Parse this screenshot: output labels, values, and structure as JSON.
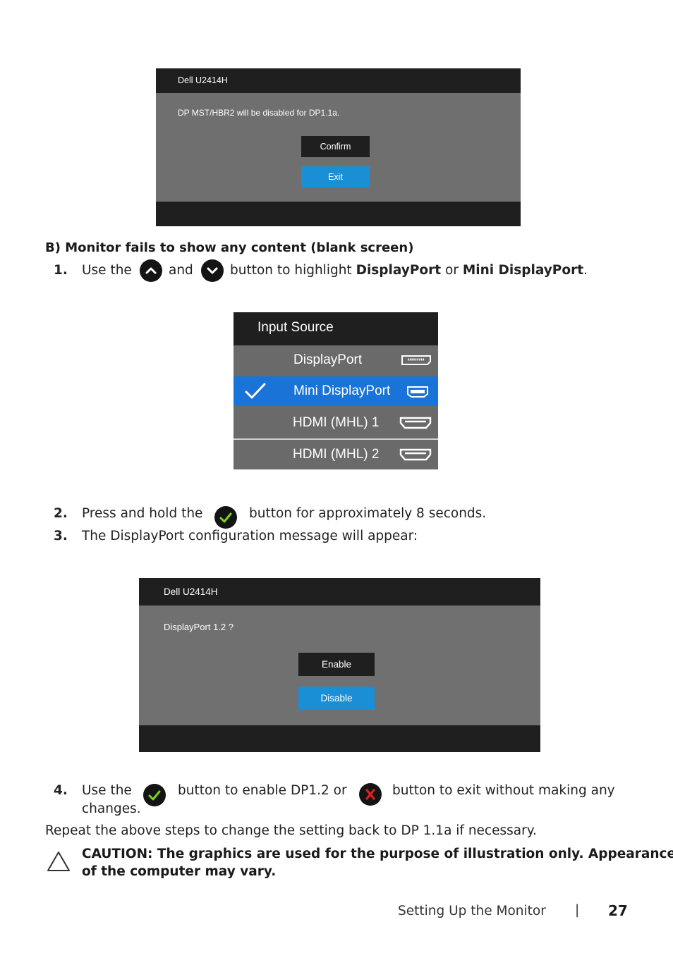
{
  "osd_confirm": {
    "title": "Dell U2414H",
    "message": "DP MST/HBR2 will be disabled for DP1.1a.",
    "confirm_label": "Confirm",
    "exit_label": "Exit"
  },
  "section_b": {
    "heading": "B) Monitor fails to show any content (blank screen)"
  },
  "step1": {
    "number": "1.",
    "text_a": "Use the",
    "text_b": "and",
    "text_c": "button to highlight",
    "bold_1": "DisplayPort",
    "text_d": "or",
    "bold_2": "Mini DisplayPort",
    "text_e": ".",
    "icon_up": "chevron-up-icon",
    "icon_down": "chevron-down-icon"
  },
  "input_source_menu": {
    "title": "Input Source",
    "items": [
      {
        "label": "DisplayPort",
        "icon": "displayport-icon",
        "selected": false
      },
      {
        "label": "Mini DisplayPort",
        "icon": "displayport-icon",
        "selected": true
      },
      {
        "label": "HDMI (MHL) 1",
        "icon": "hdmi-icon",
        "selected": false
      },
      {
        "label": "HDMI (MHL) 2",
        "icon": "hdmi-icon",
        "selected": false
      }
    ],
    "selected_color": "#1a73d6"
  },
  "step2": {
    "number": "2.",
    "text_a": "Press and hold the",
    "text_b": "button for approximately 8 seconds.",
    "icon": "check-icon"
  },
  "step3": {
    "number": "3.",
    "text": "The DisplayPort configuration message will appear:"
  },
  "osd_dp": {
    "title": "Dell U2414H",
    "message": "DisplayPort 1.2 ?",
    "enable_label": "Enable",
    "disable_label": "Disable"
  },
  "step4": {
    "number": "4.",
    "text_a": "Use the",
    "text_b": "button to enable DP1.2 or",
    "text_c": "button to exit without making any",
    "text_d": "changes.",
    "icon_check": "check-icon",
    "icon_x": "close-icon"
  },
  "repeat_text": "Repeat the above steps to change the setting back to DP 1.1a if necessary.",
  "caution": {
    "line1": "CAUTION: The graphics are used for the purpose of illustration only. Appearance",
    "line2": "of the computer may vary.",
    "icon": "warning-icon"
  },
  "footer": {
    "section": "Setting Up the Monitor",
    "separator": "|",
    "page_number": "27"
  },
  "colors": {
    "osd_body": "#6f6f6f",
    "osd_bar": "#1f1f1f",
    "osd_blue": "#1a8fd6",
    "check_green": "#7ed321",
    "close_red": "#e02020"
  }
}
